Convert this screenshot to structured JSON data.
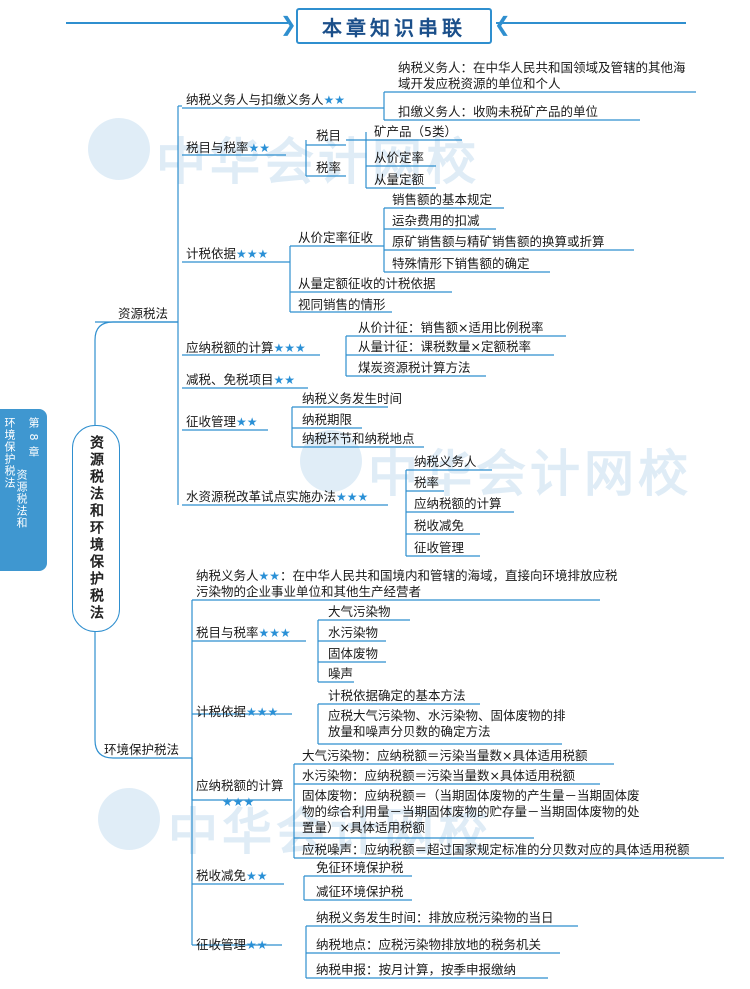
{
  "header": {
    "title": "本章知识串联"
  },
  "sidetab": {
    "chapter": "第 8 章",
    "title_line1": "资源税法和",
    "title_line2": "环境保护税法"
  },
  "watermark": {
    "text": "中华会计网校"
  },
  "root": "资源税法和环境保护税法",
  "stars2": "★★",
  "stars3": "★★★",
  "resource": {
    "label": "资源税法",
    "taxpayer": {
      "label": "纳税义务人与扣缴义务人",
      "d1": "纳税义务人：在中华人民共和国领域及管辖的其他海域开发应税资源的单位和个人",
      "d2": "扣缴义务人：收购未税矿产品的单位"
    },
    "items": {
      "label": "税目与税率",
      "mu": "税目",
      "lv": "税率",
      "kc": "矿产品（5类）",
      "cj": "从价定率",
      "cl": "从量定额"
    },
    "basis": {
      "label": "计税依据",
      "adv": "从价定率征收",
      "a1": "销售额的基本规定",
      "a2": "运杂费用的扣减",
      "a3": "原矿销售额与精矿销售额的换算或折算",
      "a4": "特殊情形下销售额的确定",
      "spec": "从量定额征收的计税依据",
      "sale": "视同销售的情形"
    },
    "calc": {
      "label": "应纳税额的计算",
      "c1": "从价计征：销售额×适用比例税率",
      "c2": "从量计征：课税数量×定额税率",
      "c3": "煤炭资源税计算方法"
    },
    "relief": {
      "label": "减税、免税项目"
    },
    "admin": {
      "label": "征收管理",
      "g1": "纳税义务发生时间",
      "g2": "纳税期限",
      "g3": "纳税环节和纳税地点"
    },
    "water": {
      "label": "水资源税改革试点实施办法",
      "w1": "纳税义务人",
      "w2": "税率",
      "w3": "应纳税额的计算",
      "w4": "税收减免",
      "w5": "征收管理"
    }
  },
  "env": {
    "label": "环境保护税法",
    "taxpayer": {
      "label": "纳税义务人",
      "desc": "：在中华人民共和国境内和管辖的海域，直接向环境排放应税污染物的企业事业单位和其他生产经营者"
    },
    "items": {
      "label": "税目与税率",
      "i1": "大气污染物",
      "i2": "水污染物",
      "i3": "固体废物",
      "i4": "噪声"
    },
    "basis": {
      "label": "计税依据",
      "b1": "计税依据确定的基本方法",
      "b2": "应税大气污染物、水污染物、固体废物的排放量和噪声分贝数的确定方法"
    },
    "calc": {
      "label": "应纳税额的计算",
      "c1": "大气污染物：应纳税额＝污染当量数×具体适用税额",
      "c2": "水污染物：应纳税额＝污染当量数×具体适用税额",
      "c3": "固体废物：应纳税额＝（当期固体废物的产生量－当期固体废物的综合利用量－当期固体废物的贮存量－当期固体废物的处置量）×具体适用税额",
      "c4": "应税噪声：应纳税额＝超过国家规定标准的分贝数对应的具体适用税额"
    },
    "relief": {
      "label": "税收减免",
      "r1": "免征环境保护税",
      "r2": "减征环境保护税"
    },
    "admin": {
      "label": "征收管理",
      "g1": "纳税义务发生时间：排放应税污染物的当日",
      "g2": "纳税地点：应税污染物排放地的税务机关",
      "g3": "纳税申报：按月计算，按季申报缴纳"
    }
  }
}
